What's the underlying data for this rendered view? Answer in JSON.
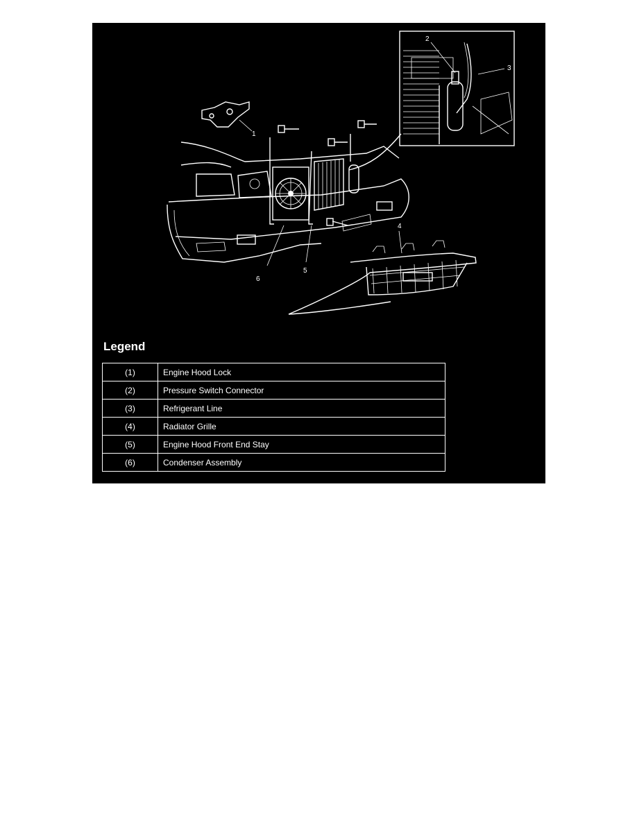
{
  "figure": {
    "background": "#000000",
    "foreground": "#ffffff",
    "callouts": [
      "1",
      "2",
      "3",
      "4",
      "5",
      "6"
    ]
  },
  "legend": {
    "title": "Legend",
    "rows": [
      {
        "num": "(1)",
        "desc": "Engine Hood Lock"
      },
      {
        "num": "(2)",
        "desc": "Pressure Switch Connector"
      },
      {
        "num": "(3)",
        "desc": "Refrigerant Line"
      },
      {
        "num": "(4)",
        "desc": "Radiator Grille"
      },
      {
        "num": "(5)",
        "desc": "Engine Hood Front End Stay"
      },
      {
        "num": "(6)",
        "desc": "Condenser Assembly"
      }
    ]
  }
}
